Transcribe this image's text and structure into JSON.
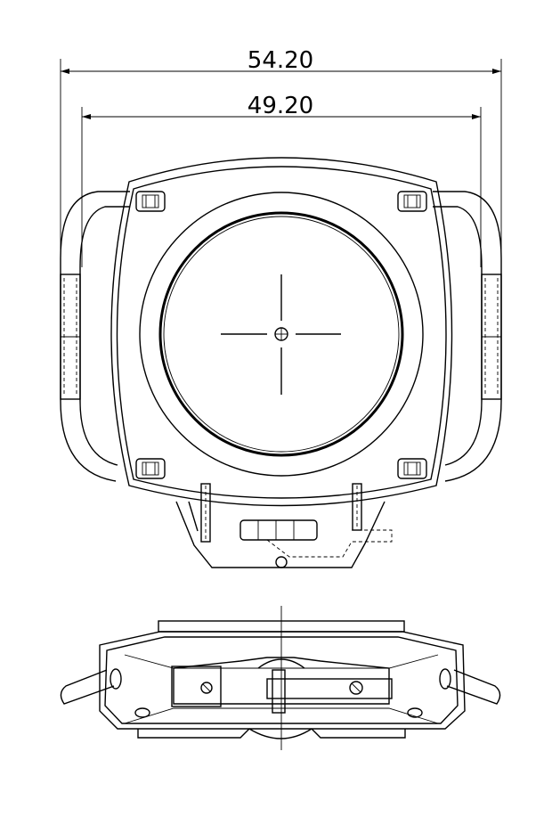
{
  "dimensions": {
    "overall_width": "54.20",
    "inner_width": "49.20"
  },
  "views": [
    "front-view",
    "bottom-view"
  ]
}
